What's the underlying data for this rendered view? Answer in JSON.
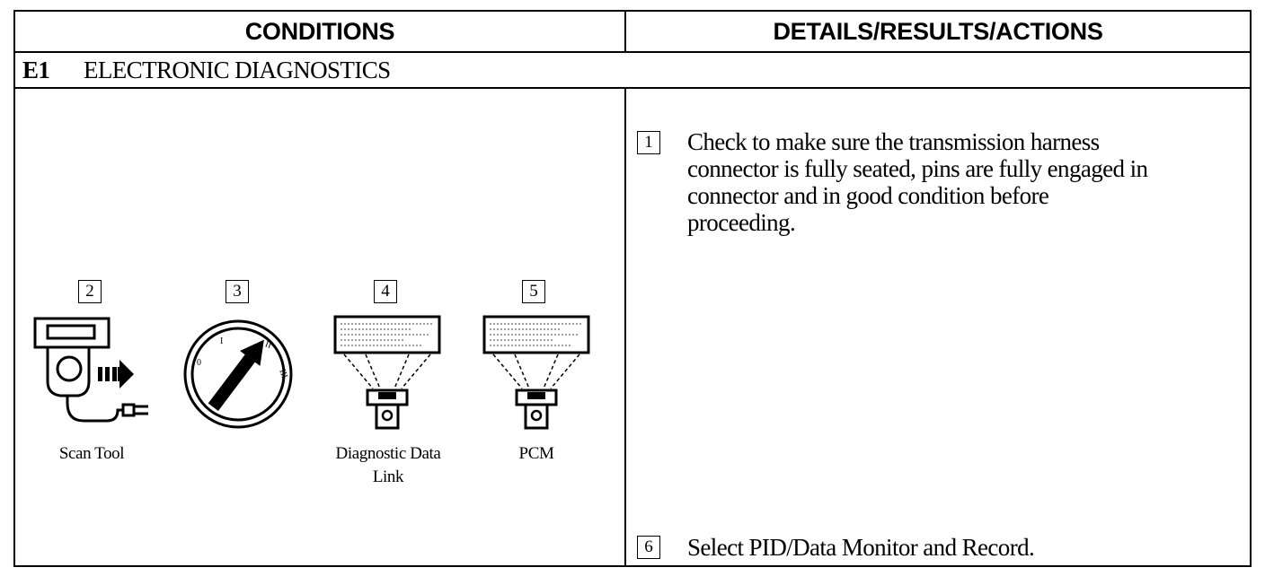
{
  "table": {
    "header_left": "CONDITIONS",
    "header_right": "DETAILS/RESULTS/ACTIONS",
    "section_code": "E1",
    "section_title": "ELECTRONIC DIAGNOSTICS"
  },
  "conditions": {
    "steps": [
      {
        "number": "2",
        "caption": "Scan Tool",
        "icon": "scan-tool-icon"
      },
      {
        "number": "3",
        "caption": "",
        "icon": "ignition-switch-icon"
      },
      {
        "number": "4",
        "caption_line1": "Diagnostic Data",
        "caption_line2": "Link",
        "icon": "diagnostic-data-link-icon"
      },
      {
        "number": "5",
        "caption": "PCM",
        "icon": "pcm-icon"
      }
    ],
    "ignition_marks": [
      "0",
      "I",
      "II",
      "III"
    ]
  },
  "actions": [
    {
      "number": "1",
      "line1": "Check to make sure the transmission harness",
      "line2": "connector is fully seated, pins are fully engaged in",
      "line3": "connector and in good condition before",
      "line4": "proceeding."
    },
    {
      "number": "6",
      "line1": "Select PID/Data Monitor and Record."
    }
  ]
}
